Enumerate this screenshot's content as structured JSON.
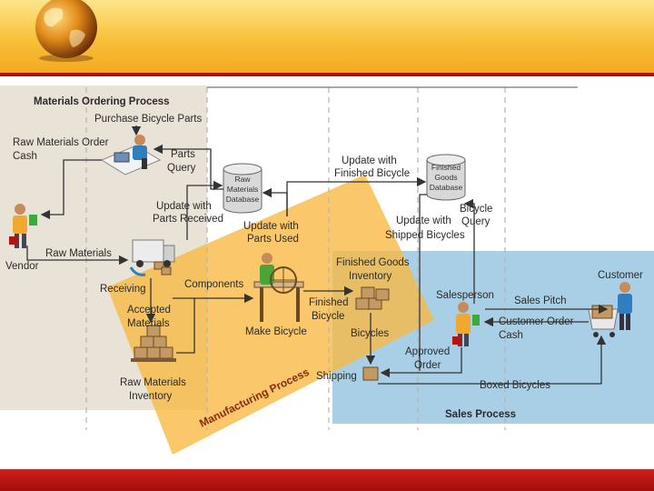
{
  "sections": {
    "materials": "Materials Ordering Process",
    "sales": "Sales Process",
    "manufacturing": "Manufacturing Process"
  },
  "labels": {
    "purchase_parts": "Purchase Bicycle Parts",
    "raw_order_1": "Raw Materials Order",
    "raw_order_2": "Cash",
    "parts_query_1": "Parts",
    "parts_query_2": "Query",
    "update_received_1": "Update with",
    "update_received_2": "Parts Received",
    "update_used_1": "Update with",
    "update_used_2": "Parts Used",
    "update_finished_1": "Update with",
    "update_finished_2": "Finished Bicycle",
    "update_shipped_1": "Update with",
    "update_shipped_2": "Shipped Bicycles",
    "bike_query_1": "Bicycle",
    "bike_query_2": "Query",
    "vendor": "Vendor",
    "raw_materials": "Raw Materials",
    "receiving": "Receiving",
    "components": "Components",
    "accepted_1": "Accepted",
    "accepted_2": "Materials",
    "raw_inventory_1": "Raw Materials",
    "raw_inventory_2": "Inventory",
    "make_bicycle": "Make Bicycle",
    "finished_bicycle_1": "Finished",
    "finished_bicycle_2": "Bicycle",
    "fg_inventory_1": "Finished Goods",
    "fg_inventory_2": "Inventory",
    "bicycles": "Bicycles",
    "salesperson": "Salesperson",
    "sales_pitch": "Sales Pitch",
    "customer": "Customer",
    "customer_order_1": "Customer Order",
    "customer_order_2": "Cash",
    "approved_1": "Approved",
    "approved_2": "Order",
    "shipping": "Shipping",
    "boxed_bicycles": "Boxed Bicycles"
  },
  "databases": {
    "raw": [
      "Raw",
      "Materials",
      "Database"
    ],
    "finished": [
      "Finished",
      "Goods",
      "Database"
    ]
  },
  "colors": {
    "materials_bg": "#e9e2d6",
    "sales_bg": "#a9cfe6",
    "manufacturing_band": "#f9b840",
    "header_gold": "#f8c03a",
    "accent_red": "#b3140f"
  }
}
